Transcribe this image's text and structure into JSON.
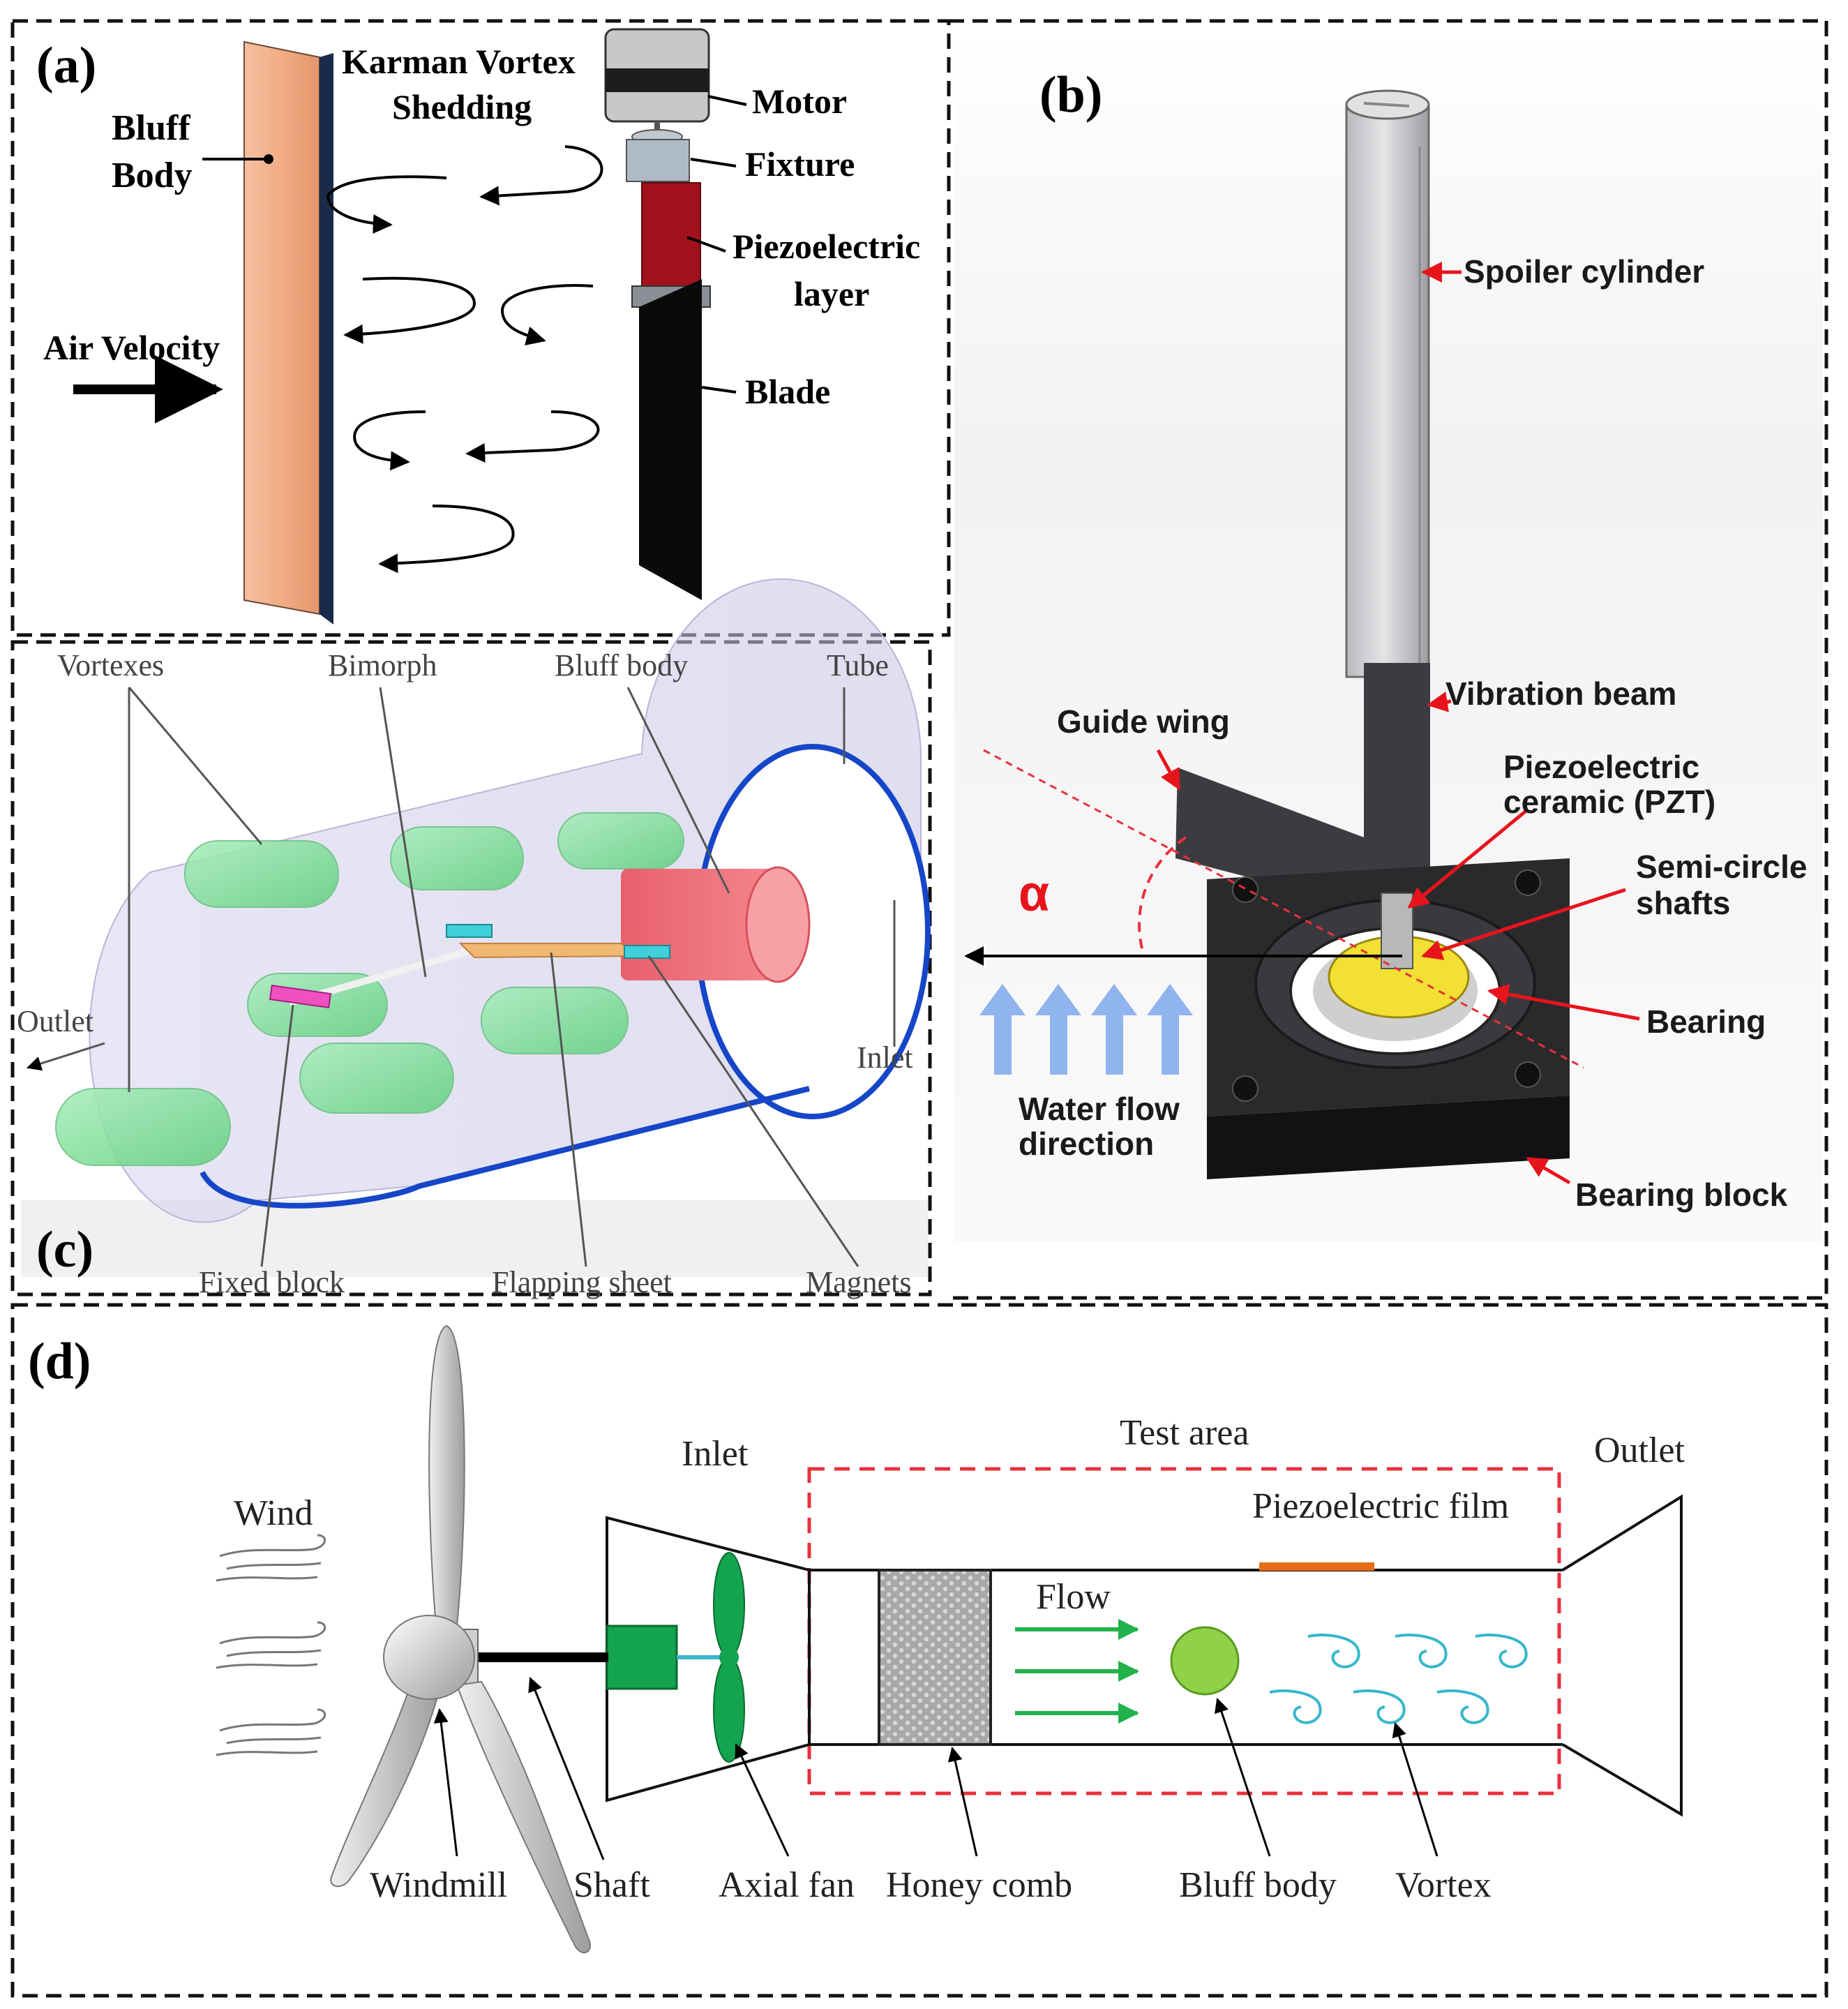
{
  "panels": {
    "a": {
      "tag": "(a)",
      "labels": {
        "bluff_body_1": "Bluff",
        "bluff_body_2": "Body",
        "karman_1": "Karman Vortex",
        "karman_2": "Shedding",
        "motor": "Motor",
        "fixture": "Fixture",
        "piezo_1": "Piezoelectric",
        "piezo_2": "layer",
        "air_velocity": "Air Velocity",
        "blade": "Blade"
      }
    },
    "b": {
      "tag": "(b)",
      "labels": {
        "spoiler_cylinder": "Spoiler cylinder",
        "vibration_beam": "Vibration beam",
        "guide_wing": "Guide wing",
        "piezo_ceramic_1": "Piezoelectric",
        "piezo_ceramic_2": "ceramic  (PZT)",
        "semi_circle_1": "Semi-circle",
        "semi_circle_2": "shafts",
        "alpha": "α",
        "bearing": "Bearing",
        "water_flow_1": "Water flow",
        "water_flow_2": "direction",
        "bearing_block": "Bearing block"
      }
    },
    "c": {
      "tag": "(c)",
      "labels": {
        "vortexes": "Vortexes",
        "bimorph": "Bimorph",
        "bluff_body": "Bluff body",
        "tube": "Tube",
        "outlet": "Outlet",
        "inlet": "Inlet",
        "fixed_block": "Fixed block",
        "flapping_sheet": "Flapping sheet",
        "magnets": "Magnets"
      }
    },
    "d": {
      "tag": "(d)",
      "labels": {
        "test_area": "Test area",
        "inlet": "Inlet",
        "outlet": "Outlet",
        "wind": "Wind",
        "piezo_film": "Piezoelectric film",
        "flow": "Flow",
        "windmill": "Windmill",
        "shaft": "Shaft",
        "axial_fan": "Axial fan",
        "honey_comb": "Honey comb",
        "bluff_body": "Bluff body",
        "vortex": "Vortex"
      }
    }
  },
  "colors": {
    "bluff_body_orange": "#f2b08c",
    "piezo_red": "#a3121c",
    "red_arrow": "#e8141c",
    "tube_blue": "#1646c8",
    "vortex_green": "#7ddc8c",
    "flow_green": "#22b24c",
    "fan_green": "#14a450",
    "vortex_cyan": "#38b6cc",
    "piezo_film_orange": "#e56b14",
    "bluff_green": "#8fd24a",
    "test_area_red": "#e8303c",
    "water_arrow_blue": "#8fb4ee",
    "bearing_yellow": "#f2e032"
  }
}
